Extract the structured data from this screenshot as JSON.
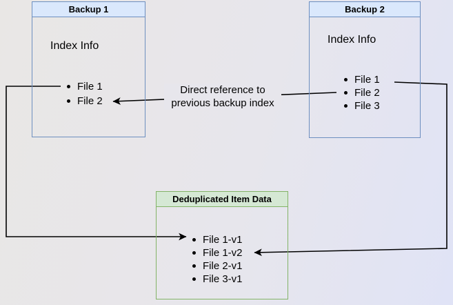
{
  "colors": {
    "backup_fill": "#dae8fc",
    "backup_border": "#6c8ebf",
    "dedup_fill": "#d5e8d4",
    "dedup_border": "#82b366",
    "arrow": "#000000",
    "text": "#000000"
  },
  "backup1": {
    "title": "Backup 1",
    "index_label": "Index Info",
    "files": [
      "File 1",
      "File 2"
    ]
  },
  "backup2": {
    "title": "Backup 2",
    "index_label": "Index Info",
    "files": [
      "File 1",
      "File 2",
      "File 3"
    ]
  },
  "dedup": {
    "title": "Deduplicated Item Data",
    "items": [
      "File 1-v1",
      "File 1-v2",
      "File 2-v1",
      "File 3-v1"
    ]
  },
  "edge_label": {
    "line1": "Direct reference to",
    "line2": "previous backup index"
  },
  "connections": [
    {
      "from": "Backup 1 / File 1",
      "to": "Deduplicated Item Data / File 1-v1",
      "label": ""
    },
    {
      "from": "Backup 2 / File 2",
      "to": "Backup 1 / File 2",
      "label": "Direct reference to previous backup index"
    },
    {
      "from": "Backup 2 / File 1",
      "to": "Deduplicated Item Data / File 1-v2",
      "label": ""
    }
  ]
}
